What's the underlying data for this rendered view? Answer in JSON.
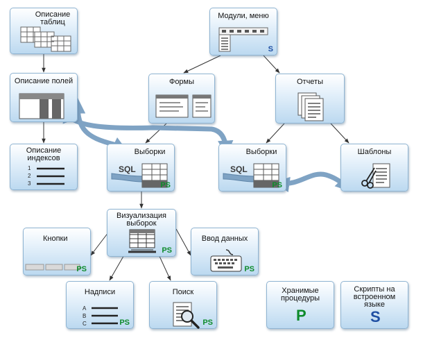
{
  "nodes": {
    "tables": "Описание\nтаблиц",
    "modules": "Модули, меню",
    "fields": "Описание полей",
    "forms": "Формы",
    "reports": "Отчеты",
    "indexes": "Описание\nиндексов",
    "queries_left": "Выборки",
    "queries_right": "Выборки",
    "templates": "Шаблоны",
    "visualization": "Визуализация\nвыборок",
    "buttons": "Кнопки",
    "data_entry": "Ввод данных",
    "captions": "Надписи",
    "search": "Поиск",
    "stored_procs": "Хранимые\nпроцедуры",
    "scripts": "Скрипты на\nвстроенном\nязыке"
  },
  "badges": {
    "ps": "PS",
    "s": "S",
    "p": "P"
  },
  "icon_text": {
    "sql": "SQL",
    "index_nums": [
      "1",
      "2",
      "3"
    ],
    "caption_letters": [
      "A",
      "B",
      "C"
    ]
  },
  "colors": {
    "connector": "#333333",
    "flow_arrow": "#7fa3c4",
    "node_border": "#8fb4d2",
    "ps_green": "#0e8b2b",
    "s_blue": "#1f4fa3"
  }
}
